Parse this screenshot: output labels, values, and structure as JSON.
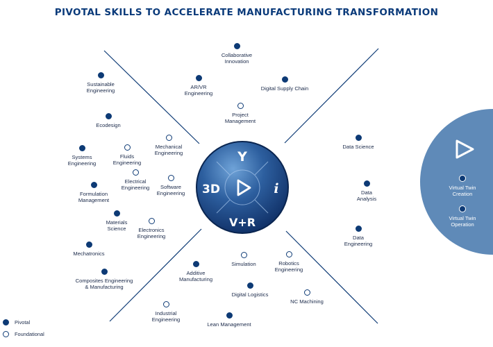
{
  "title": "PIVOTAL SKILLS TO ACCELERATE MANUFACTURING TRANSFORMATION",
  "colors": {
    "navy": "#0d3a75",
    "title": "#0a3a7a",
    "hub_light": "#5b8fc9",
    "hub_dark": "#0e2d63",
    "panel": "#5f8ab8"
  },
  "center_logo": {
    "left": "3D",
    "right": "i",
    "bottom": "V+R",
    "top_icon": "compass-y-icon",
    "center_icon": "play-icon"
  },
  "skills": [
    {
      "label": "Collaborative\nInnovation",
      "type": "pivotal"
    },
    {
      "label": "AR/VR\nEngineering",
      "type": "pivotal"
    },
    {
      "label": "Digital Supply Chain",
      "type": "pivotal"
    },
    {
      "label": "Project\nManagement",
      "type": "foundational"
    },
    {
      "label": "Sustainable\nEngineering",
      "type": "pivotal"
    },
    {
      "label": "Ecodesign",
      "type": "pivotal"
    },
    {
      "label": "Mechanical\nEngineering",
      "type": "foundational"
    },
    {
      "label": "Fluids\nEngineering",
      "type": "foundational"
    },
    {
      "label": "Systems\nEngineering",
      "type": "pivotal"
    },
    {
      "label": "Electrical\nEngineering",
      "type": "foundational"
    },
    {
      "label": "Software\nEngineering",
      "type": "foundational"
    },
    {
      "label": "Formulation\nManagement",
      "type": "pivotal"
    },
    {
      "label": "Materials\nScience",
      "type": "pivotal"
    },
    {
      "label": "Electronics\nEngineering",
      "type": "foundational"
    },
    {
      "label": "Mechatronics",
      "type": "pivotal"
    },
    {
      "label": "Composites Engineering\n& Manufacturing",
      "type": "pivotal"
    },
    {
      "label": "Data Science",
      "type": "pivotal"
    },
    {
      "label": "Data\nAnalysis",
      "type": "pivotal"
    },
    {
      "label": "Data\nEngineering",
      "type": "pivotal"
    },
    {
      "label": "Simulation",
      "type": "foundational"
    },
    {
      "label": "Robotics\nEngineering",
      "type": "foundational"
    },
    {
      "label": "Additive\nManufacturing",
      "type": "pivotal"
    },
    {
      "label": "Digital Logistics",
      "type": "pivotal"
    },
    {
      "label": "NC Machining",
      "type": "foundational"
    },
    {
      "label": "Industrial\nEngineering",
      "type": "foundational"
    },
    {
      "label": "Lean Management",
      "type": "pivotal"
    }
  ],
  "virtual_twin": {
    "icon": "play-icon",
    "items": [
      "Virtual Twin\nCreation",
      "Virtual Twin\nOperation"
    ]
  },
  "legend": [
    {
      "label": "Pivotal",
      "type": "pivotal"
    },
    {
      "label": "Foundational",
      "type": "foundational"
    }
  ]
}
